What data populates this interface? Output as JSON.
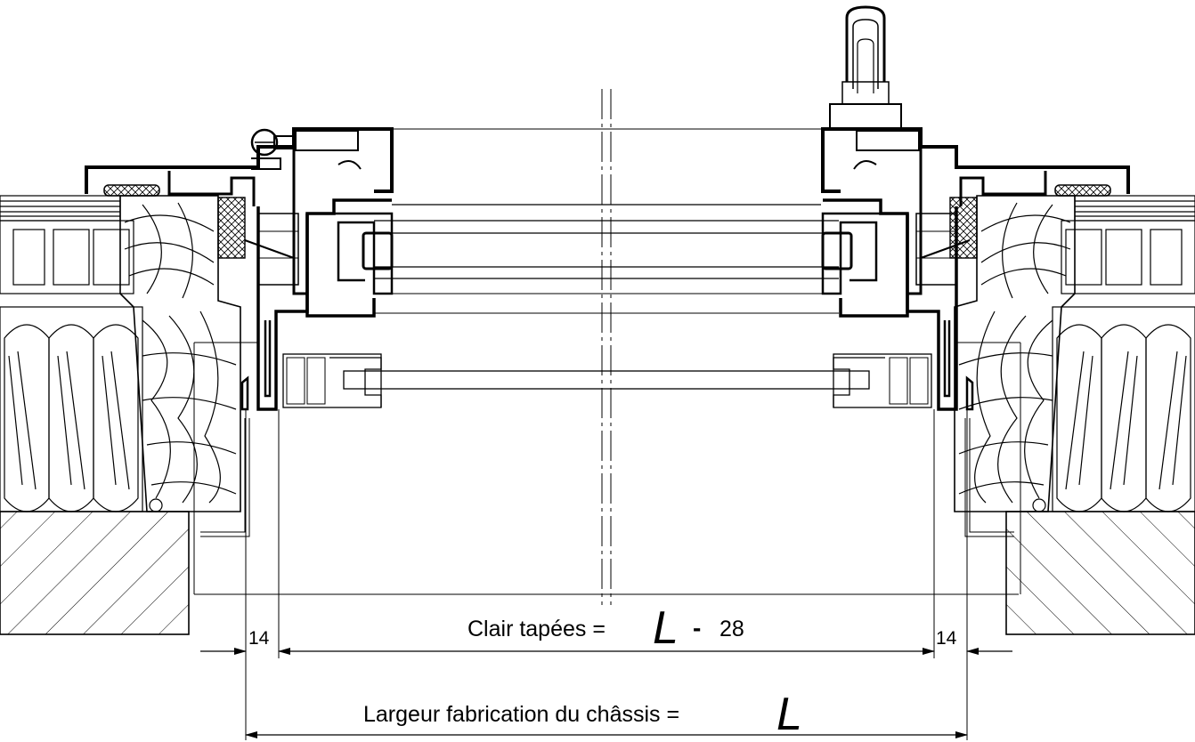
{
  "dimensions": {
    "clear_width": {
      "prefix": "Clair tapées = ",
      "symbol": "L",
      "operator": "-",
      "value": "28"
    },
    "manufacturing_width": {
      "prefix": "Largeur fabrication du châssis = ",
      "symbol": "L"
    },
    "left_offset": "14",
    "right_offset": "14"
  },
  "colors": {
    "line": "#000000",
    "background": "#ffffff"
  }
}
